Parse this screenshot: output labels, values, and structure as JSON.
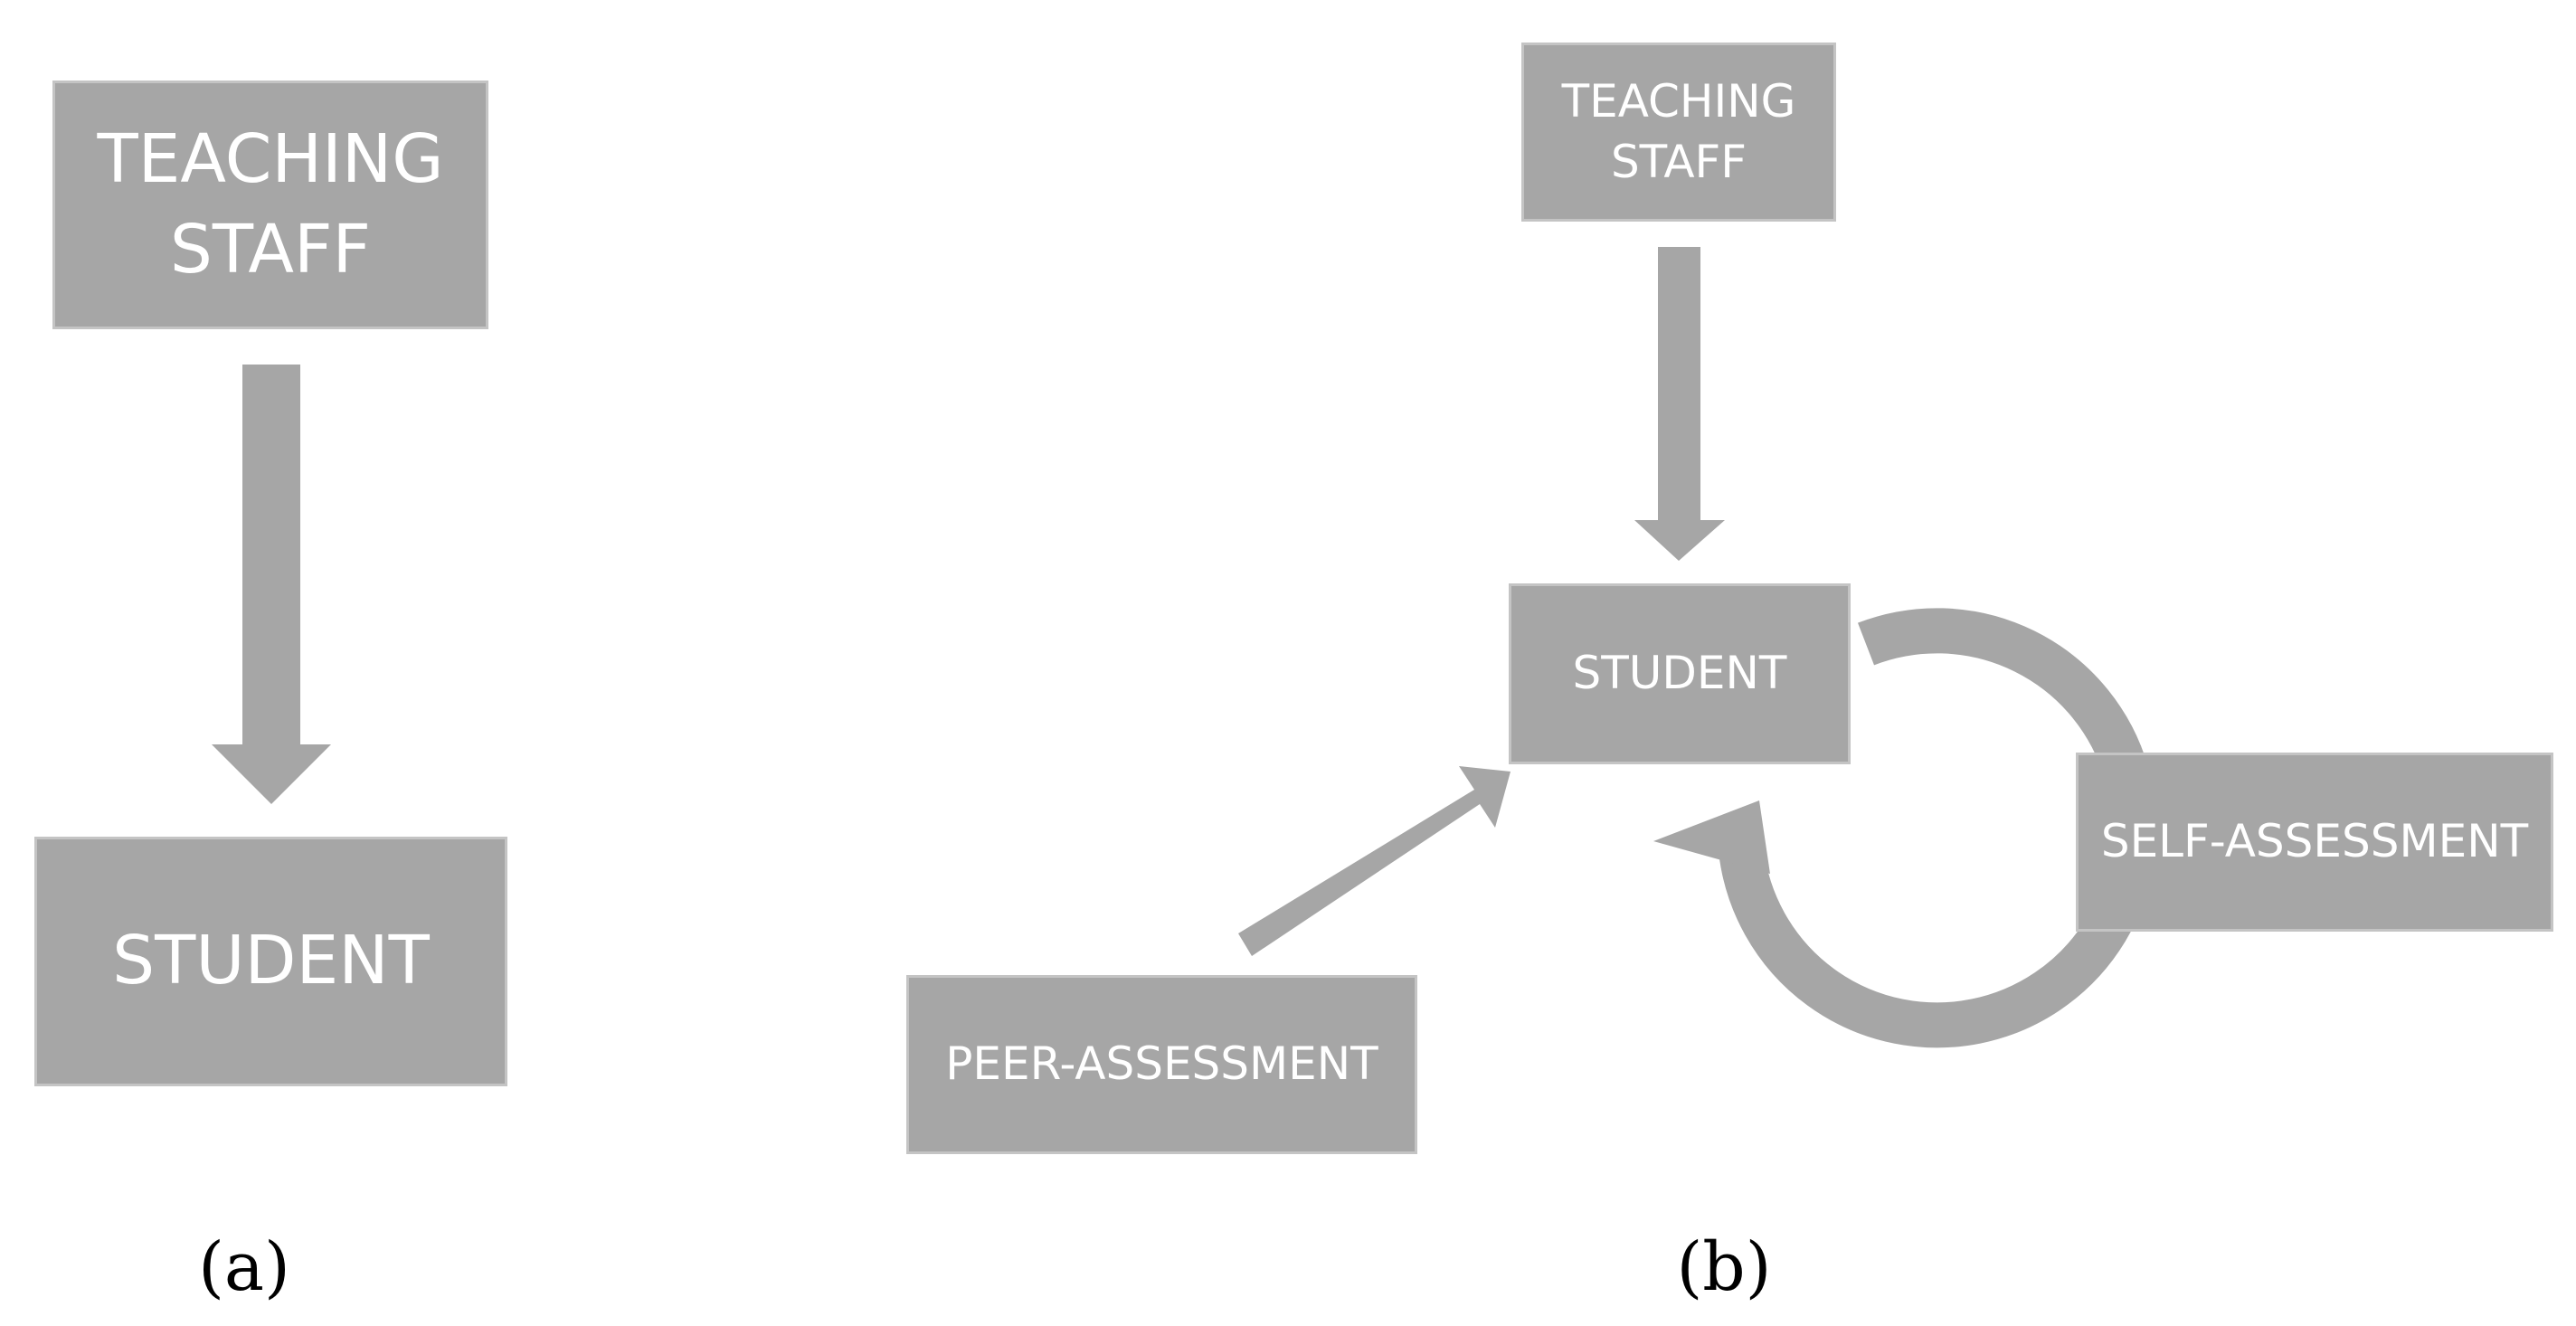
{
  "panel_a": {
    "label": "(a)",
    "teaching_staff": {
      "line1": "TEACHING",
      "line2": "STAFF"
    },
    "student": "STUDENT"
  },
  "panel_b": {
    "label": "(b)",
    "teaching_staff": {
      "line1": "TEACHING",
      "line2": "STAFF"
    },
    "student": "STUDENT",
    "self_assessment": "SELF-ASSESSMENT",
    "peer_assessment": "PEER-ASSESSMENT"
  },
  "colors": {
    "box_fill": "#a6a6a6",
    "box_border": "#c4c4c4",
    "arrow_fill": "#a6a6a6",
    "text": "#ffffff",
    "label": "#000000",
    "background": "#ffffff"
  }
}
